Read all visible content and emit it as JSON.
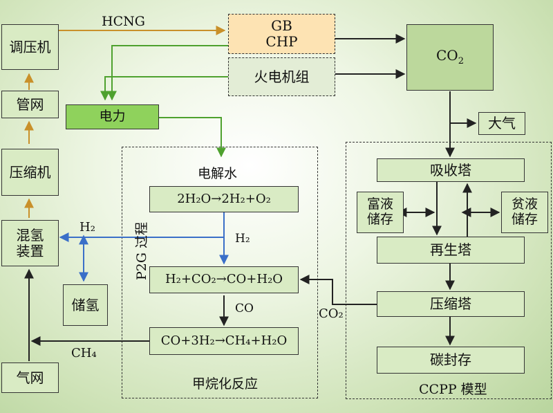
{
  "left": {
    "compressor_station": "调压机",
    "pipe_network": "管网",
    "compressor": "压缩机",
    "mixer_line1": "混氢",
    "mixer_line2": "装置",
    "h2_storage": "储氢",
    "gas_network": "气网"
  },
  "top": {
    "hcng": "HCNG",
    "gb_chp_line1": "GB",
    "gb_chp_line2": "CHP",
    "thermal_units": "火电机组",
    "co2_main": "CO",
    "co2_sub": "2",
    "atmosphere": "大气",
    "power": "电力"
  },
  "p2g": {
    "title": "P2G 过程",
    "electrolysis": "电解水",
    "reaction1": "2H₂O→2H₂+O₂",
    "h2_label": "H₂",
    "reaction2": "H₂+CO₂→CO+H₂O",
    "co_label": "CO",
    "reaction3": "CO+3H₂→CH₄+H₂O",
    "methanation": "甲烷化反应",
    "h2_out_label": "H₂",
    "ch4_label": "CH₄"
  },
  "ccpp": {
    "absorber": "吸收塔",
    "rich_line1": "富液",
    "rich_line2": "储存",
    "lean_line1": "贫液",
    "lean_line2": "储存",
    "regenerator": "再生塔",
    "compression_tower": "压缩塔",
    "sequestration": "碳封存",
    "co2_label": "CO₂",
    "title": "CCPP 模型"
  },
  "colors": {
    "orange_arrow": "#c9902a",
    "green_arrow": "#4ea12e",
    "blue_arrow": "#3a6fc8",
    "black_arrow": "#222222"
  }
}
